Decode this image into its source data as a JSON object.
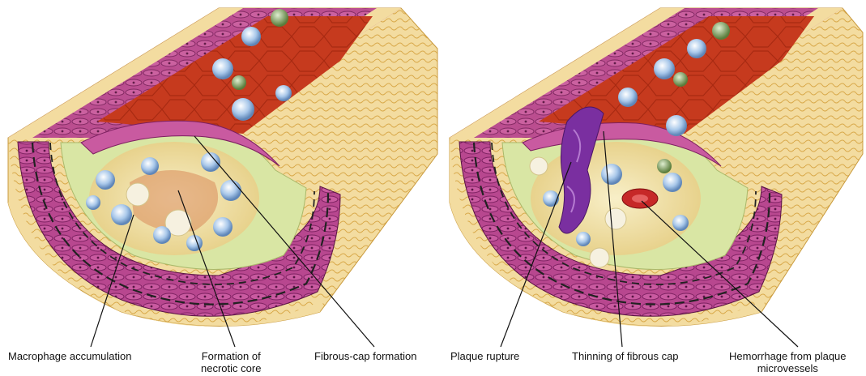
{
  "left_panel": {
    "labels": {
      "macrophage": "Macrophage accumulation",
      "necrotic_line1": "Formation of",
      "necrotic_line2": "necrotic core",
      "fibrous_cap": "Fibrous-cap formation"
    }
  },
  "right_panel": {
    "labels": {
      "rupture": "Plaque rupture",
      "thinning": "Thinning of fibrous cap",
      "hemorrhage_line1": "Hemorrhage from plaque",
      "hemorrhage_line2": "microvessels"
    }
  },
  "colors": {
    "adventitia": "#f3dca0",
    "media": "#b8478f",
    "media_dark": "#7c2060",
    "intima": "#d9e6a4",
    "lumen": "#c63a1e",
    "lumen_light": "#e86a3c",
    "cell_blue": "#8fb6df",
    "cell_green": "#7a9e5a",
    "plaque_core": "#f1e3b0",
    "thrombus": "#7a2fa0",
    "hemorrhage": "#c62828"
  }
}
